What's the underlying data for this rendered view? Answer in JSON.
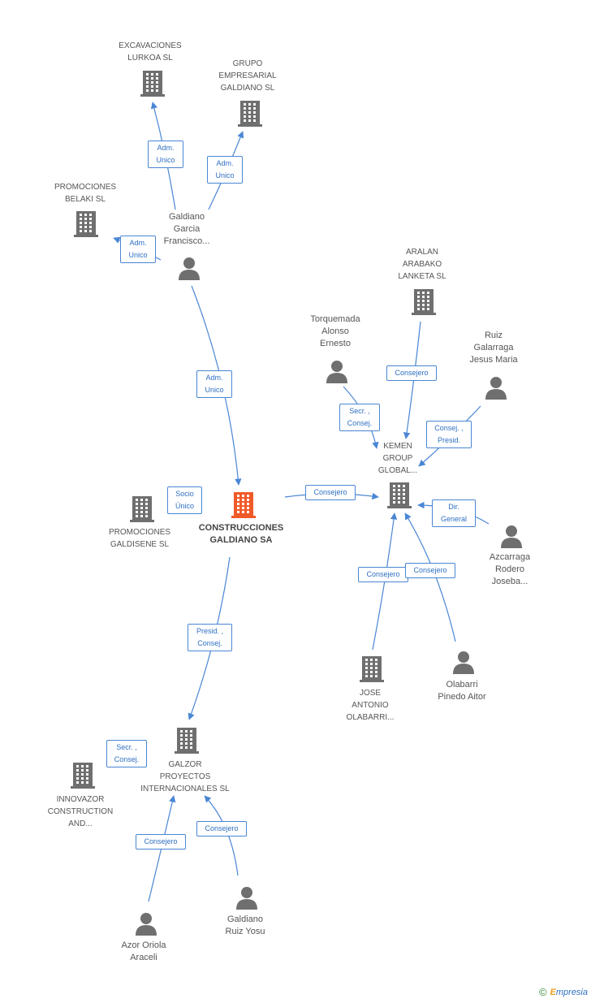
{
  "nodes": {
    "excavaciones": {
      "label": "EXCAVACIONES\nLURKOA SL",
      "type": "company"
    },
    "grupo": {
      "label": "GRUPO\nEMPRESARIAL\nGALDIANO SL",
      "type": "company"
    },
    "belaki": {
      "label": "PROMOCIONES\nBELAKI SL",
      "type": "company"
    },
    "galdiano_fco": {
      "label": "Galdiano\nGarcia\nFrancisco...",
      "type": "person"
    },
    "aralan": {
      "label": "ARALAN\nARABAKO\nLANKETA  SL",
      "type": "company"
    },
    "torquemada": {
      "label": "Torquemada\nAlonso\nErnesto",
      "type": "person"
    },
    "ruiz_galarraga": {
      "label": "Ruiz\nGalarraga\nJesus Maria",
      "type": "person"
    },
    "kemen": {
      "label": "KEMEN\nGROUP\nGLOBAL...",
      "type": "company"
    },
    "azcarraga": {
      "label": "Azcarraga\nRodero\nJoseba...",
      "type": "person"
    },
    "galdisene": {
      "label": "PROMOCIONES\nGALDISENE SL",
      "type": "company"
    },
    "construcciones": {
      "label": "CONSTRUCCIONES\nGALDIANO SA",
      "type": "main"
    },
    "jose_antonio": {
      "label": "JOSE\nANTONIO\nOLABARRI...",
      "type": "company"
    },
    "olabarri_aitor": {
      "label": "Olabarri\nPinedo Aitor",
      "type": "person"
    },
    "galzor": {
      "label": "GALZOR\nPROYECTOS\nINTERNACIONALES SL",
      "type": "company"
    },
    "innovazor": {
      "label": "INNOVAZOR\nCONSTRUCTION\nAND...",
      "type": "company"
    },
    "azor_oriola": {
      "label": "Azor Oriola\nAraceli",
      "type": "person"
    },
    "galdiano_yosu": {
      "label": "Galdiano\nRuiz Yosu",
      "type": "person"
    }
  },
  "edge_labels": {
    "adm_unico_1": "Adm.\nUnico",
    "adm_unico_2": "Adm.\nUnico",
    "adm_unico_3": "Adm.\nUnico",
    "adm_unico_4": "Adm.\nUnico",
    "socio_unico": "Socio\nÚnico",
    "consejero_kemen": "Consejero",
    "consejero_aralan": "Consejero",
    "secr_consej_torq": "Secr. ,\nConsej.",
    "consej_presid_ruiz": "Consej. ,\nPresid.",
    "dir_general": "Dir.\nGeneral",
    "consejero_jose": "Consejero",
    "consejero_aitor": "Consejero",
    "presid_consej_galzor": "Presid. ,\nConsej.",
    "secr_consej_innov": "Secr. ,\nConsej.",
    "consejero_azor": "Consejero",
    "consejero_yosu": "Consejero"
  },
  "colors": {
    "edge": "#4a86d4",
    "icon": "#6f6f6f",
    "main_icon": "#f05a28"
  },
  "footer": {
    "copyright": "©",
    "brand_initial": "E",
    "brand_rest": "mpresia"
  }
}
